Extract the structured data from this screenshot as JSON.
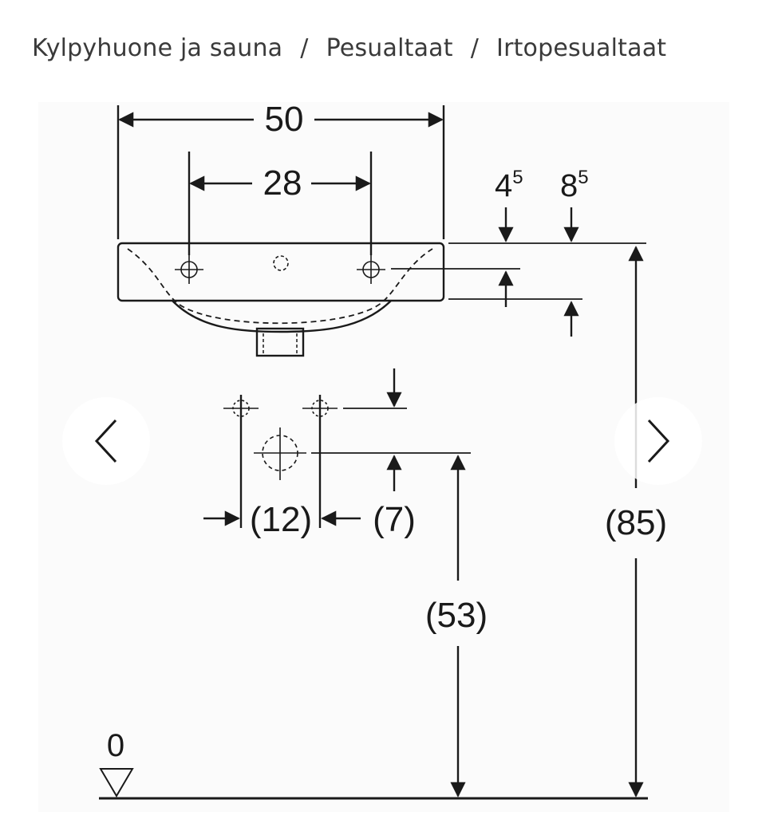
{
  "breadcrumb": {
    "items": [
      "Kylpyhuone ja sauna",
      "Pesualtaat",
      "Irtopesualtaat"
    ],
    "separator": "/"
  },
  "drawing": {
    "dim_width": "50",
    "dim_taphole_spacing": "28",
    "dim_rim_a_base": "4",
    "dim_rim_a_sup": "5",
    "dim_rim_b_base": "8",
    "dim_rim_b_sup": "5",
    "dim_left": "(12)",
    "dim_right": "(7)",
    "dim_height_total": "(85)",
    "dim_height_waste": "(53)",
    "floor_label": "0"
  },
  "navigation": {
    "prev_icon": "chevron-left-icon",
    "next_icon": "chevron-right-icon"
  },
  "colors": {
    "line": "#1a1a1a",
    "text": "#3a3a3a",
    "background": "#ffffff"
  }
}
